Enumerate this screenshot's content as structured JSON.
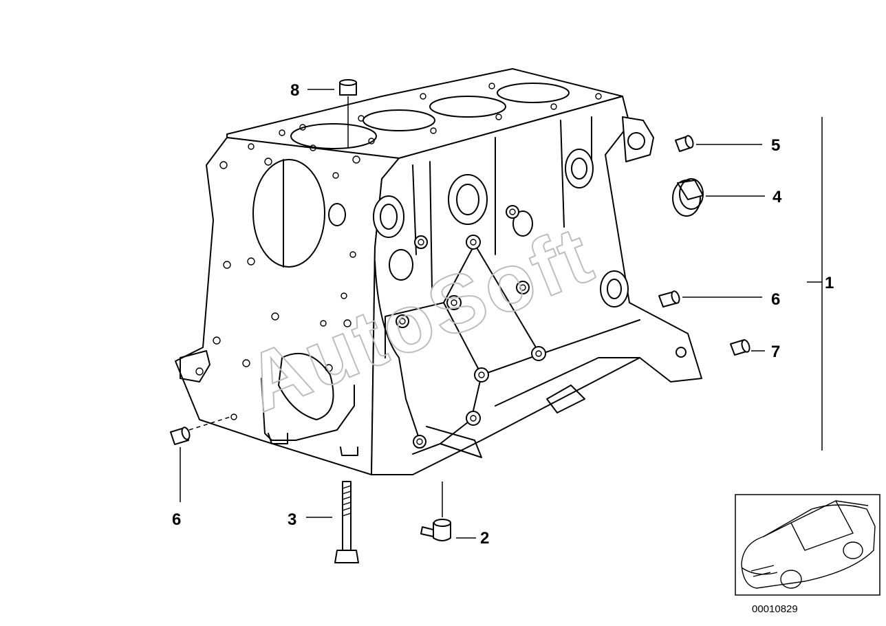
{
  "watermark": "AutoSoft",
  "drawing_code": "00010829",
  "callouts": {
    "c1": "1",
    "c2": "2",
    "c3": "3",
    "c4": "4",
    "c5": "5",
    "c6_right": "6",
    "c6_left": "6",
    "c7": "7",
    "c8": "8"
  }
}
